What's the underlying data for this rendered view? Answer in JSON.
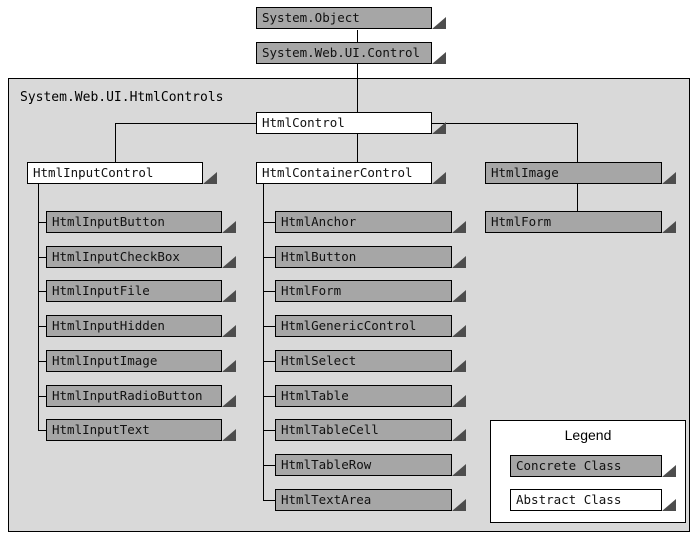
{
  "namespace_label": "System.Web.UI.HtmlControls",
  "nodes": {
    "system_object": {
      "label": "System.Object",
      "kind": "concrete"
    },
    "system_web_ui_control": {
      "label": "System.Web.UI.Control",
      "kind": "concrete"
    },
    "html_control": {
      "label": "HtmlControl",
      "kind": "abstract"
    },
    "html_input_control": {
      "label": "HtmlInputControl",
      "kind": "abstract"
    },
    "html_container_control": {
      "label": "HtmlContainerControl",
      "kind": "abstract"
    },
    "html_image": {
      "label": "HtmlImage",
      "kind": "concrete"
    },
    "html_form_right": {
      "label": "HtmlForm",
      "kind": "concrete"
    }
  },
  "input_children": [
    "HtmlInputButton",
    "HtmlInputCheckBox",
    "HtmlInputFile",
    "HtmlInputHidden",
    "HtmlInputImage",
    "HtmlInputRadioButton",
    "HtmlInputText"
  ],
  "container_children": [
    "HtmlAnchor",
    "HtmlButton",
    "HtmlForm",
    "HtmlGenericControl",
    "HtmlSelect",
    "HtmlTable",
    "HtmlTableCell",
    "HtmlTableRow",
    "HtmlTextArea"
  ],
  "legend": {
    "title": "Legend",
    "concrete_label": "Concrete Class",
    "abstract_label": "Abstract Class"
  },
  "colors": {
    "concrete_fill": "#a6a6a6",
    "abstract_fill": "#ffffff",
    "namespace_fill": "#d9d9d9"
  }
}
